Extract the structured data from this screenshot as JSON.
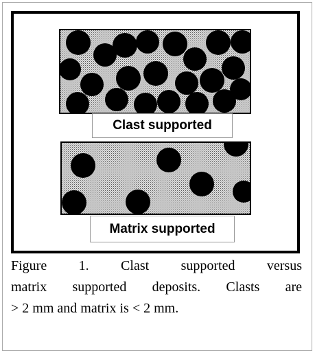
{
  "figure": {
    "clast_label": "Clast supported",
    "matrix_label": "Matrix supported",
    "caption_line1": "Figure 1. Clast supported versus",
    "caption_line2": "matrix supported deposits. Clasts are",
    "caption_line3": "> 2 mm and matrix is < 2 mm."
  },
  "colors": {
    "clast": "#000000",
    "matrix": "#bdbdbd"
  }
}
